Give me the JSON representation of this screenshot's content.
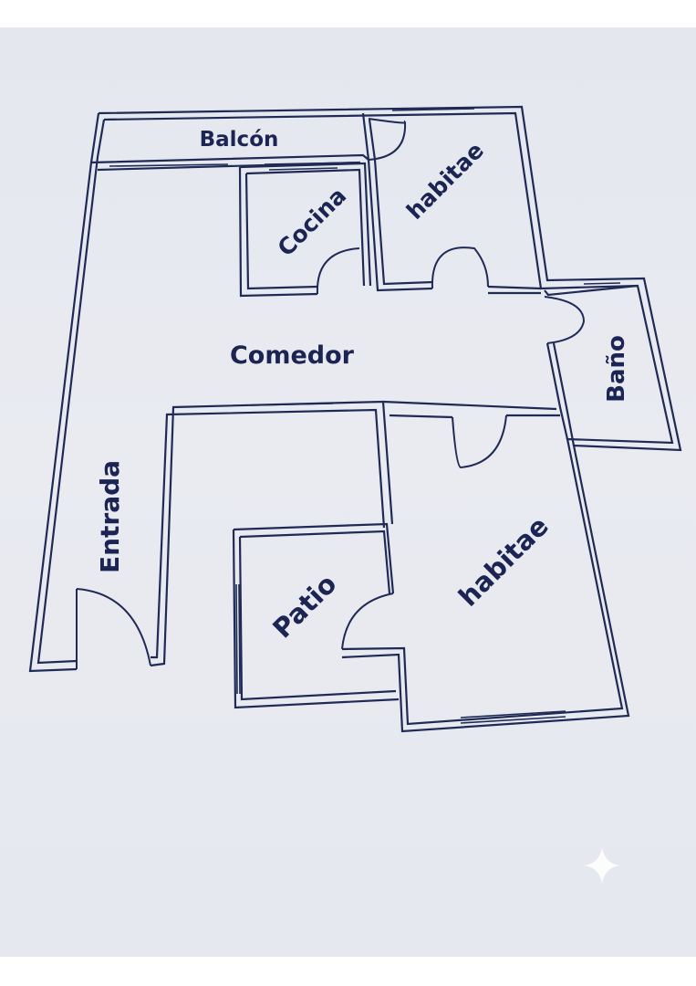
{
  "floor_plan": {
    "rooms": [
      {
        "key": "balcon",
        "label": "Balcón"
      },
      {
        "key": "cocina",
        "label": "Cocina"
      },
      {
        "key": "habitacion_1",
        "label": "habitae"
      },
      {
        "key": "comedor",
        "label": "Comedor"
      },
      {
        "key": "bano",
        "label": "Baño"
      },
      {
        "key": "entrada",
        "label": "Entrada"
      },
      {
        "key": "patio",
        "label": "Patio"
      },
      {
        "key": "habitacion_2",
        "label": "habitae"
      }
    ]
  },
  "colors": {
    "ink": "#1f2a55",
    "paper": "#e6e8ef"
  },
  "icons": {
    "corner_mark": "sparkle-icon"
  }
}
